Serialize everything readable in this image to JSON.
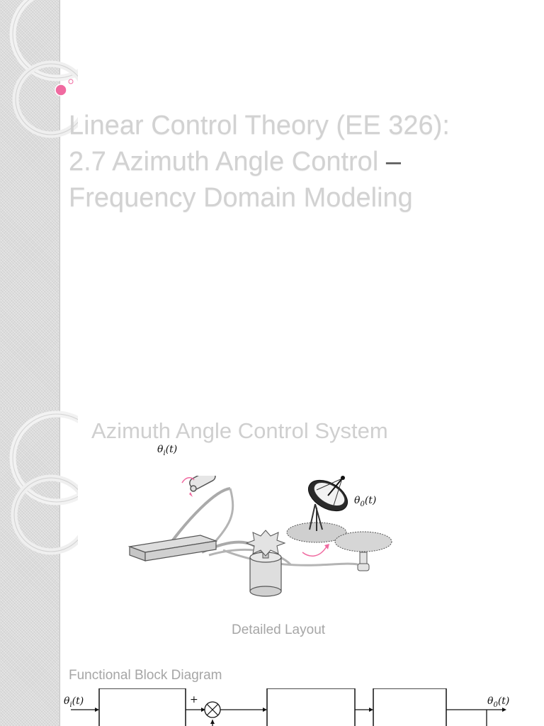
{
  "slide1": {
    "title_line1": "Linear Control Theory (EE 326):",
    "title_line2_a": "2.7 Azimuth Angle Control ",
    "title_line2_dash": "–",
    "title_line3": "Frequency Domain Modeling"
  },
  "slide2": {
    "title": "Azimuth Angle Control System",
    "input_angle": "θ",
    "input_sub": "i",
    "input_arg": "(t)",
    "output_angle": "θ",
    "output_sub": "0",
    "output_arg": "(t)",
    "layout_caption": "Detailed Layout",
    "block_diagram_title": "Functional Block Diagram",
    "bd_input_sub": "i",
    "bd_output_sub": "0",
    "bd_plus": "+"
  },
  "colors": {
    "accent_pink": "#f06aa0",
    "title_gray": "#d2d2d2",
    "caption_gray": "#a6a6a6",
    "sidebar": "#d4d4d4"
  }
}
